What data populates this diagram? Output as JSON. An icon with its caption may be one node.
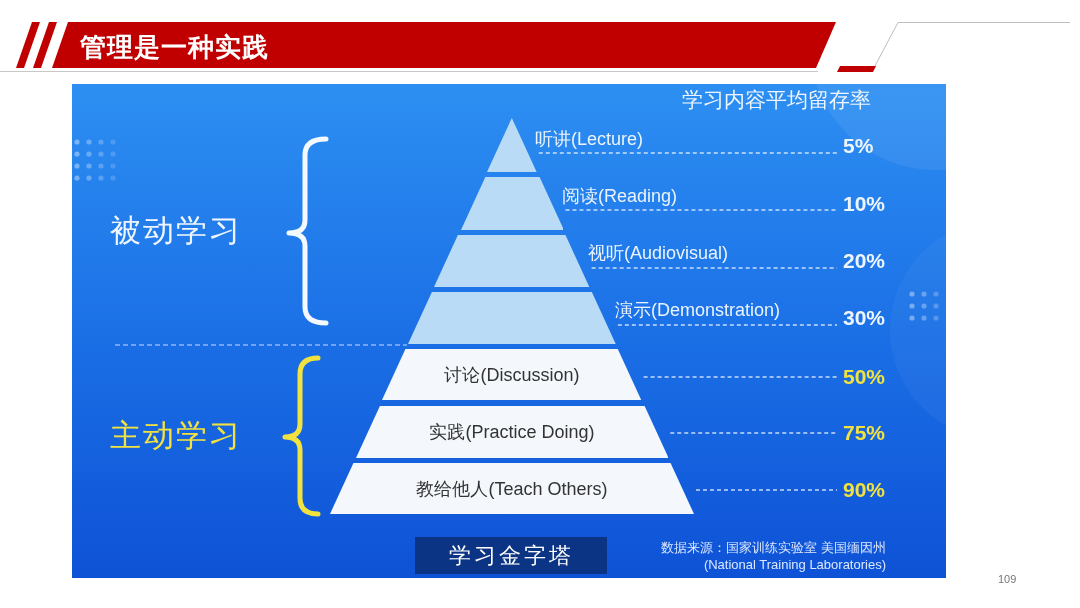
{
  "diagram": {
    "title": "管理是一种实践",
    "nodes": [
      {
        "text": [],
        "shape": "triangle",
        "beside": [
          "听讲(Lecture)"
        ]
      },
      {
        "text": [],
        "shape": "trapezoid",
        "beside": [
          "阅读(Reading)"
        ]
      },
      {
        "text": [],
        "shape": "trapezoid",
        "beside": [
          "视听(Audiovisual)"
        ]
      },
      {
        "text": [],
        "shape": "trapezoid",
        "beside": [
          "演示(Demonstration)"
        ]
      },
      {
        "text": [
          "讨论(Discussion)"
        ]
      },
      {
        "text": [
          "实践(Practice Doing)"
        ]
      },
      {
        "text": [
          "教给他人(Teach Others)"
        ]
      },
      {
        "text": [
          "5%"
        ]
      },
      {
        "text": [
          "10%"
        ]
      },
      {
        "text": [
          "20%"
        ]
      },
      {
        "text": [
          "30%"
        ]
      },
      {
        "text": [
          "50%"
        ]
      },
      {
        "text": [
          "75%"
        ]
      },
      {
        "text": [
          "90%"
        ]
      },
      {
        "text": [
          "学习金字塔"
        ]
      }
    ],
    "edges": [
      {
        "from": 0,
        "to": 7,
        "arrow": "none",
        "style": "dashed"
      },
      {
        "from": 1,
        "to": 8,
        "arrow": "none",
        "style": "dashed"
      },
      {
        "from": 2,
        "to": 9,
        "arrow": "none",
        "style": "dashed"
      },
      {
        "from": 3,
        "to": 10,
        "arrow": "none",
        "style": "dashed"
      },
      {
        "from": 4,
        "to": 11,
        "arrow": "none",
        "style": "dashed"
      },
      {
        "from": 5,
        "to": 12,
        "arrow": "none",
        "style": "dashed"
      },
      {
        "from": 6,
        "to": 13,
        "arrow": "none",
        "style": "dashed"
      }
    ],
    "labels": [
      "学习内容平均留存率",
      "被动学习",
      "主动学习",
      "数据来源：国家训练实验室 美国缅因州 (National Training Laboratories)",
      "109"
    ]
  }
}
